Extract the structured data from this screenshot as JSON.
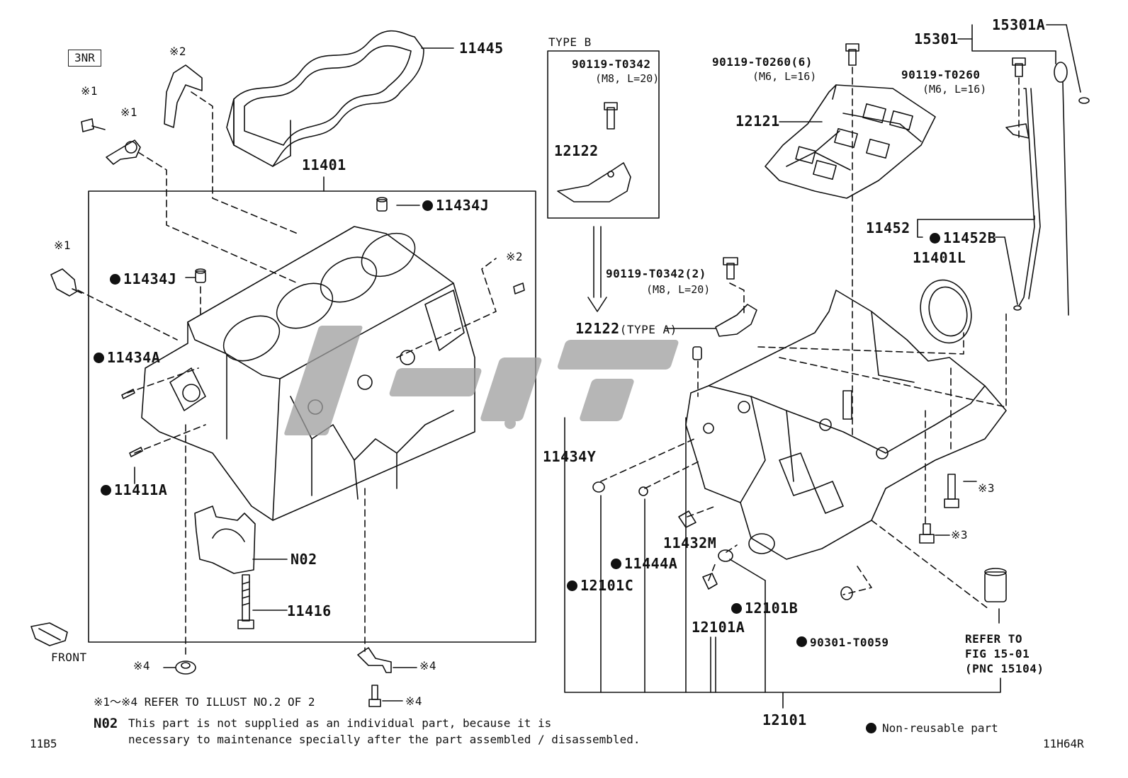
{
  "engine_code": "3NR",
  "type_b_label": "TYPE B",
  "front_label": "FRONT",
  "labels": {
    "p11445": "11445",
    "p11401": "11401",
    "p11434J_top": "11434J",
    "p11434J_mid": "11434J",
    "p11434A": "11434A",
    "p11411A": "11411A",
    "pN02": "N02",
    "p11416": "11416",
    "ref1_a": "※1",
    "ref1_b": "※1",
    "ref1_c": "※1",
    "ref2_a": "※2",
    "ref2_b": "※2",
    "ref3_a": "※3",
    "ref3_b": "※3",
    "ref4_a": "※4",
    "ref4_b": "※4",
    "ref4_c": "※4",
    "bolt_b_code": "90119-T0342",
    "bolt_b_spec": "(M8, L=20)",
    "p12122_b": "12122",
    "p12122_a": "12122",
    "p12122_a_suffix": "(TYPE A)",
    "bolt_a_code": "90119-T0342(2)",
    "bolt_a_spec": "(M8, L=20)",
    "bolt_6_code": "90119-T0260(6)",
    "bolt_6_spec": "(M6, L=16)",
    "bolt_1_code": "90119-T0260",
    "bolt_1_spec": "(M6, L=16)",
    "p12121": "12121",
    "p15301": "15301",
    "p15301A": "15301A",
    "p11452": "11452",
    "p11452B": "11452B",
    "p11401L": "11401L",
    "p11434Y": "11434Y",
    "p11432M": "11432M",
    "p11444A": "11444A",
    "p12101C": "12101C",
    "p12101A": "12101A",
    "p12101B": "12101B",
    "p90301": "90301-T0059",
    "p12101": "12101",
    "refer_line1": "REFER TO",
    "refer_line2": "FIG 15-01",
    "refer_line3": "(PNC 15104)"
  },
  "notes": {
    "refer_illust": "※1～※4 REFER TO ILLUST NO.2 OF 2",
    "n02_code": "N02",
    "n02_line1": "This part is not supplied as an individual part, because it is",
    "n02_line2": "necessary to maintenance specially after the part assembled / disassembled.",
    "legend": "Non-reusable part"
  },
  "corner_codes": {
    "left": "11B5",
    "right": "11H64R"
  },
  "colors": {
    "ink": "#111111",
    "watermark": "#9e9e9e"
  }
}
